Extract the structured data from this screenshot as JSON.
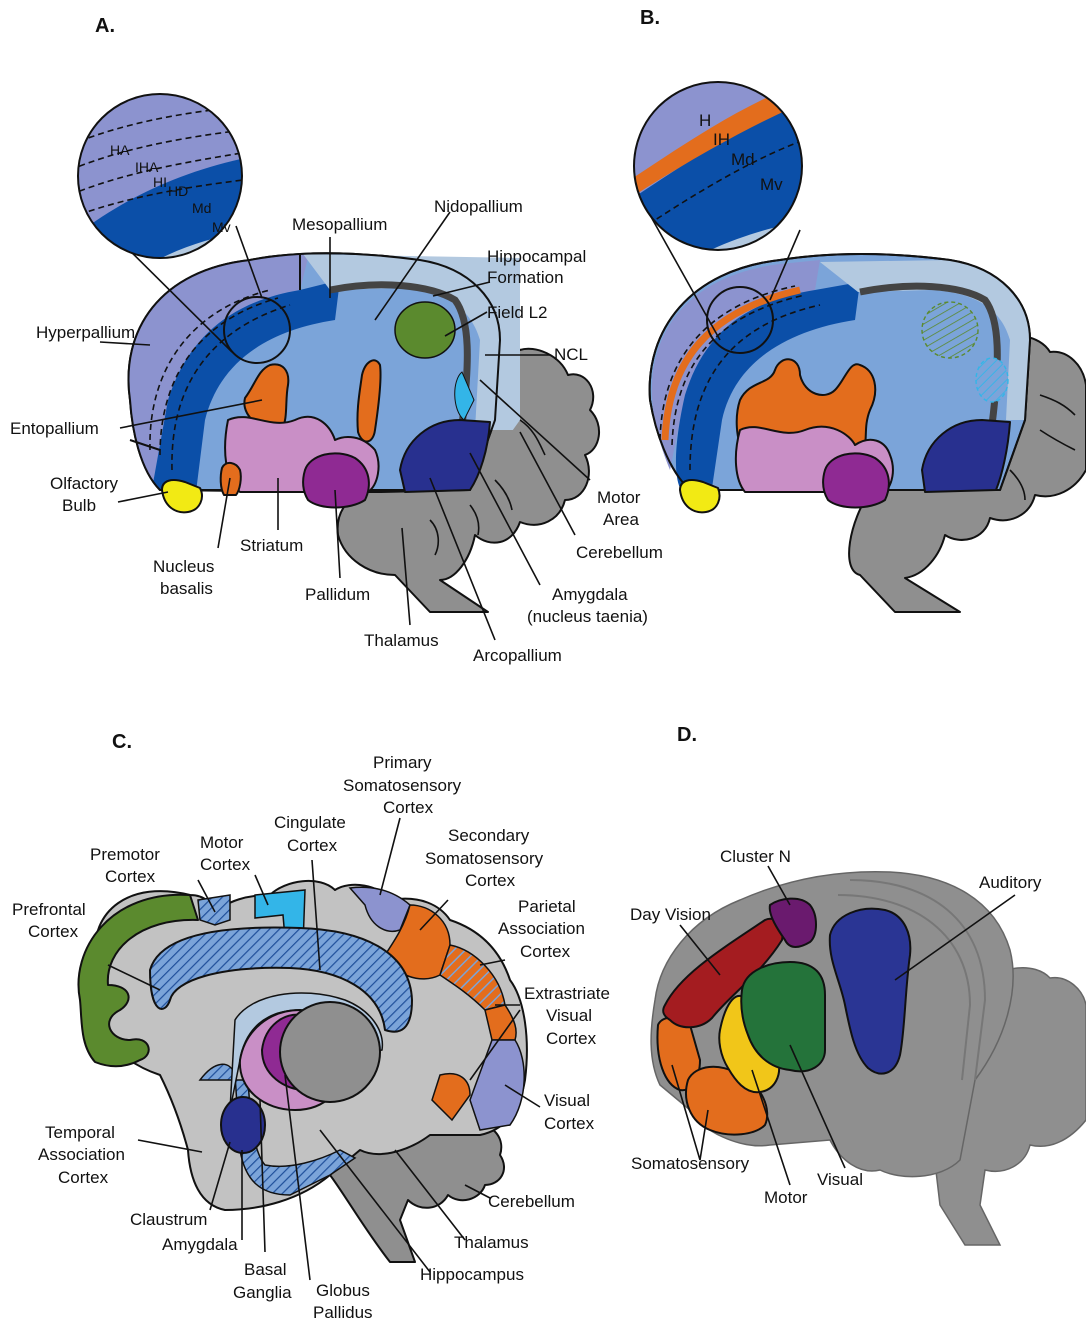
{
  "panels": {
    "a": "A.",
    "b": "B.",
    "c": "C.",
    "d": "D."
  },
  "panel_a": {
    "inset": {
      "ha": "HA",
      "iha": "IHA",
      "hi": "HI",
      "hd": "HD",
      "md": "Md",
      "mv": "Mv"
    },
    "labels": {
      "hyperpallium": "Hyperpallium",
      "mesopallium": "Mesopallium",
      "nidopallium": "Nidopallium",
      "hippocampal_1": "Hippocampal",
      "hippocampal_2": "Formation",
      "field_l2": "Field L2",
      "ncl": "NCL",
      "entopallium": "Entopallium",
      "olfactory_1": "Olfactory",
      "olfactory_2": "Bulb",
      "nucleus_basalis_1": "Nucleus",
      "nucleus_basalis_2": "basalis",
      "striatum": "Striatum",
      "pallidum": "Pallidum",
      "thalamus": "Thalamus",
      "arcopallium": "Arcopallium",
      "amygdala_1": "Amygdala",
      "amygdala_2": "(nucleus taenia)",
      "cerebellum": "Cerebellum",
      "motor_1": "Motor",
      "motor_2": "Area"
    }
  },
  "panel_b": {
    "inset": {
      "h": "H",
      "ih": "IH",
      "md": "Md",
      "mv": "Mv"
    }
  },
  "panel_c": {
    "labels": {
      "primary_1": "Primary",
      "primary_2": "Somatosensory",
      "primary_3": "Cortex",
      "cingulate_1": "Cingulate",
      "cingulate_2": "Cortex",
      "motor_1": "Motor",
      "motor_2": "Cortex",
      "premotor_1": "Premotor",
      "premotor_2": "Cortex",
      "prefrontal_1": "Prefrontal",
      "prefrontal_2": "Cortex",
      "secondary_1": "Secondary",
      "secondary_2": "Somatosensory",
      "secondary_3": "Cortex",
      "parietal_1": "Parietal",
      "parietal_2": "Association",
      "parietal_3": "Cortex",
      "extrastriate_1": "Extrastriate",
      "extrastriate_2": "Visual",
      "extrastriate_3": "Cortex",
      "visual_1": "Visual",
      "visual_2": "Cortex",
      "temporal_1": "Temporal",
      "temporal_2": "Association",
      "temporal_3": "Cortex",
      "cerebellum": "Cerebellum",
      "thalamus": "Thalamus",
      "hippocampus": "Hippocampus",
      "claustrum": "Claustrum",
      "amygdala": "Amygdala",
      "basal_1": "Basal",
      "basal_2": "Ganglia",
      "globus_1": "Globus",
      "globus_2": "Pallidus"
    }
  },
  "panel_d": {
    "labels": {
      "cluster_n": "Cluster N",
      "day_vision": "Day Vision",
      "auditory": "Auditory",
      "somatosensory": "Somatosensory",
      "motor": "Motor",
      "visual": "Visual"
    }
  },
  "colors": {
    "hyper": "#8c93cf",
    "meso": "#0b4fa8",
    "nido": "#7ba4d9",
    "hippo": "#b3c9e0",
    "field_l2": "#5b8a2e",
    "ncl": "#33b5e8",
    "orange": "#e36d1d",
    "striatum": "#c98fc6",
    "pallidum": "#8f2a93",
    "arco": "#28308f",
    "olfactory": "#f2ea14",
    "gray": "#8f8f8f",
    "light_gray": "#c2c2c2",
    "green_d": "#24733a",
    "red_d": "#a41c20",
    "yellow_d": "#f1c619",
    "purple_d": "#6a1a6e",
    "blue_d": "#2a3594"
  }
}
